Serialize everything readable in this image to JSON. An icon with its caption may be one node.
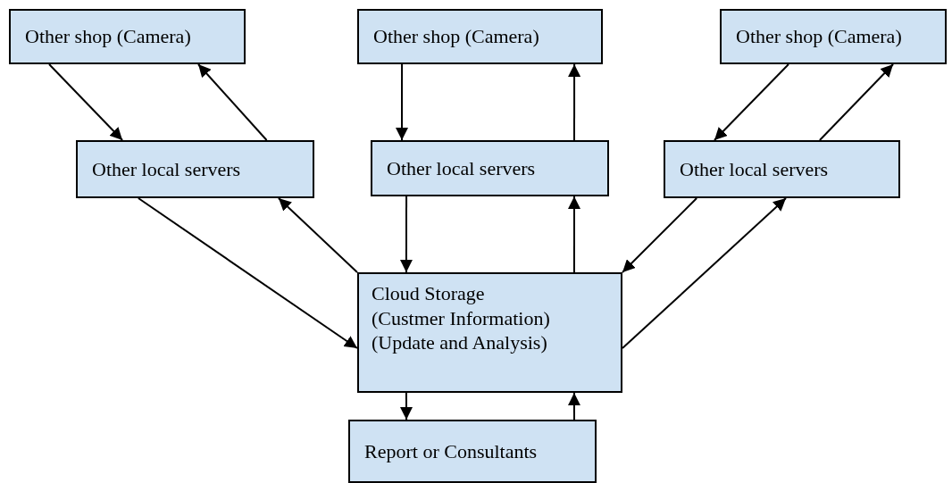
{
  "diagram": {
    "nodes": [
      {
        "text": [
          "Other shop (Camera)"
        ]
      },
      {
        "text": [
          "Other shop (Camera)"
        ]
      },
      {
        "text": [
          "Other shop (Camera)"
        ]
      },
      {
        "text": [
          "Other local servers"
        ]
      },
      {
        "text": [
          "Other local servers"
        ]
      },
      {
        "text": [
          "Other local servers"
        ]
      },
      {
        "text": [
          "Cloud Storage",
          "(Custmer Information)",
          "(Update and Analysis)"
        ]
      },
      {
        "text": [
          "Report or Consultants"
        ]
      }
    ],
    "edges": [
      {
        "from": 0,
        "to": 3,
        "arrow": "to"
      },
      {
        "from": 3,
        "to": 0,
        "arrow": "to"
      },
      {
        "from": 1,
        "to": 4,
        "arrow": "to"
      },
      {
        "from": 4,
        "to": 1,
        "arrow": "to"
      },
      {
        "from": 2,
        "to": 5,
        "arrow": "to"
      },
      {
        "from": 5,
        "to": 2,
        "arrow": "to"
      },
      {
        "from": 3,
        "to": 6,
        "arrow": "to"
      },
      {
        "from": 6,
        "to": 3,
        "arrow": "to"
      },
      {
        "from": 4,
        "to": 6,
        "arrow": "to"
      },
      {
        "from": 6,
        "to": 4,
        "arrow": "to"
      },
      {
        "from": 5,
        "to": 6,
        "arrow": "to"
      },
      {
        "from": 6,
        "to": 5,
        "arrow": "to"
      },
      {
        "from": 6,
        "to": 7,
        "arrow": "to"
      },
      {
        "from": 7,
        "to": 6,
        "arrow": "to"
      }
    ]
  }
}
